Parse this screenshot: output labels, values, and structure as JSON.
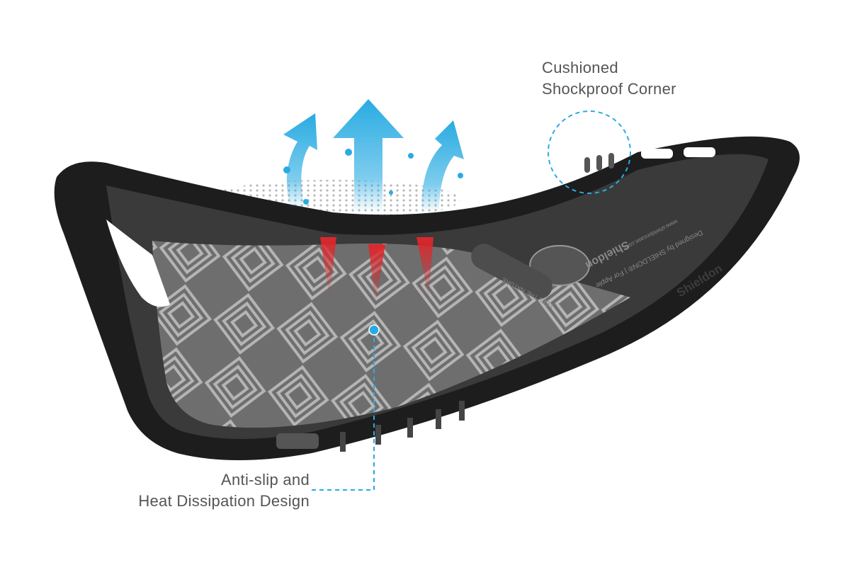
{
  "callouts": {
    "corner": {
      "line1": "Cushioned",
      "line2": "Shockproof Corner"
    },
    "grip": {
      "line1": "Anti-slip and",
      "line2": "Heat Dissipation Design"
    }
  },
  "case_markings": {
    "brand": "Shieldon",
    "designed_by": "Designed by SHIELDON® | For Apple",
    "website": "www.shieldoncase.com",
    "slogan": "FEEL THE NATURE",
    "edge_brand": "Shieldon"
  },
  "colors": {
    "accent": "#29abe2",
    "heat": "#e0262b",
    "case": "#1d1d1d",
    "pattern": "#8a8a8a"
  }
}
